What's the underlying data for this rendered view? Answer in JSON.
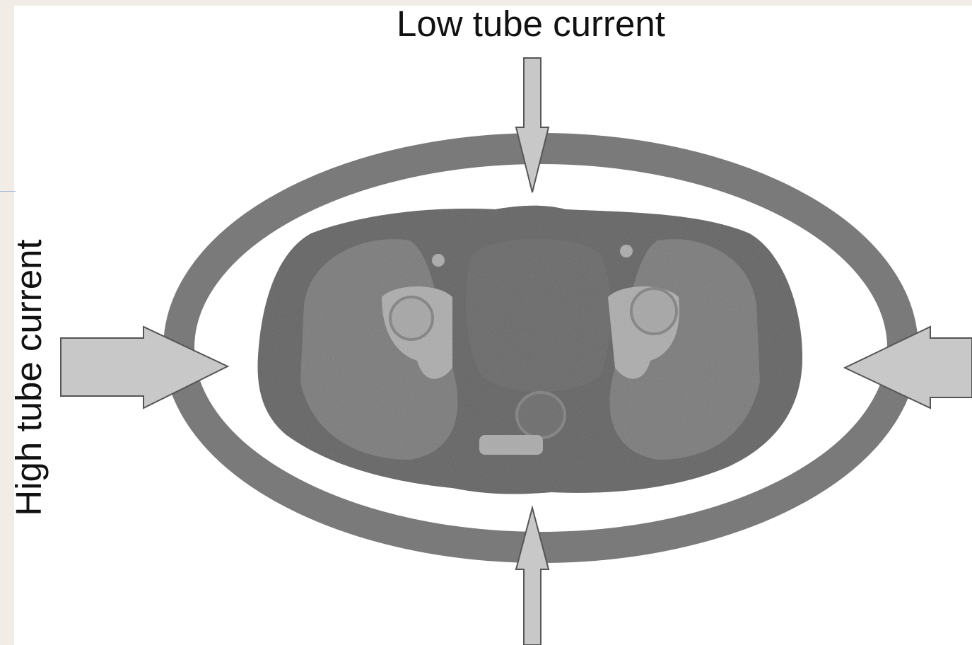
{
  "figure": {
    "top_label": "Low tube current",
    "side_label": "High tube current"
  },
  "colors": {
    "background": "#f1ede6",
    "panel": "#ffffff",
    "ring": "#7a7a7a",
    "arrow_fill": "#c8c8c8",
    "arrow_stroke": "#555555",
    "body_fat": "#5f5f5f",
    "muscle": "#8e8e8e",
    "bone": "#f2f2f2",
    "bladder": "#6a6a6a"
  },
  "icons": {
    "arrows": [
      "arrow-down-icon",
      "arrow-up-icon",
      "arrow-right-icon",
      "arrow-left-icon"
    ],
    "scan": "ct-pelvis-cross-section"
  }
}
